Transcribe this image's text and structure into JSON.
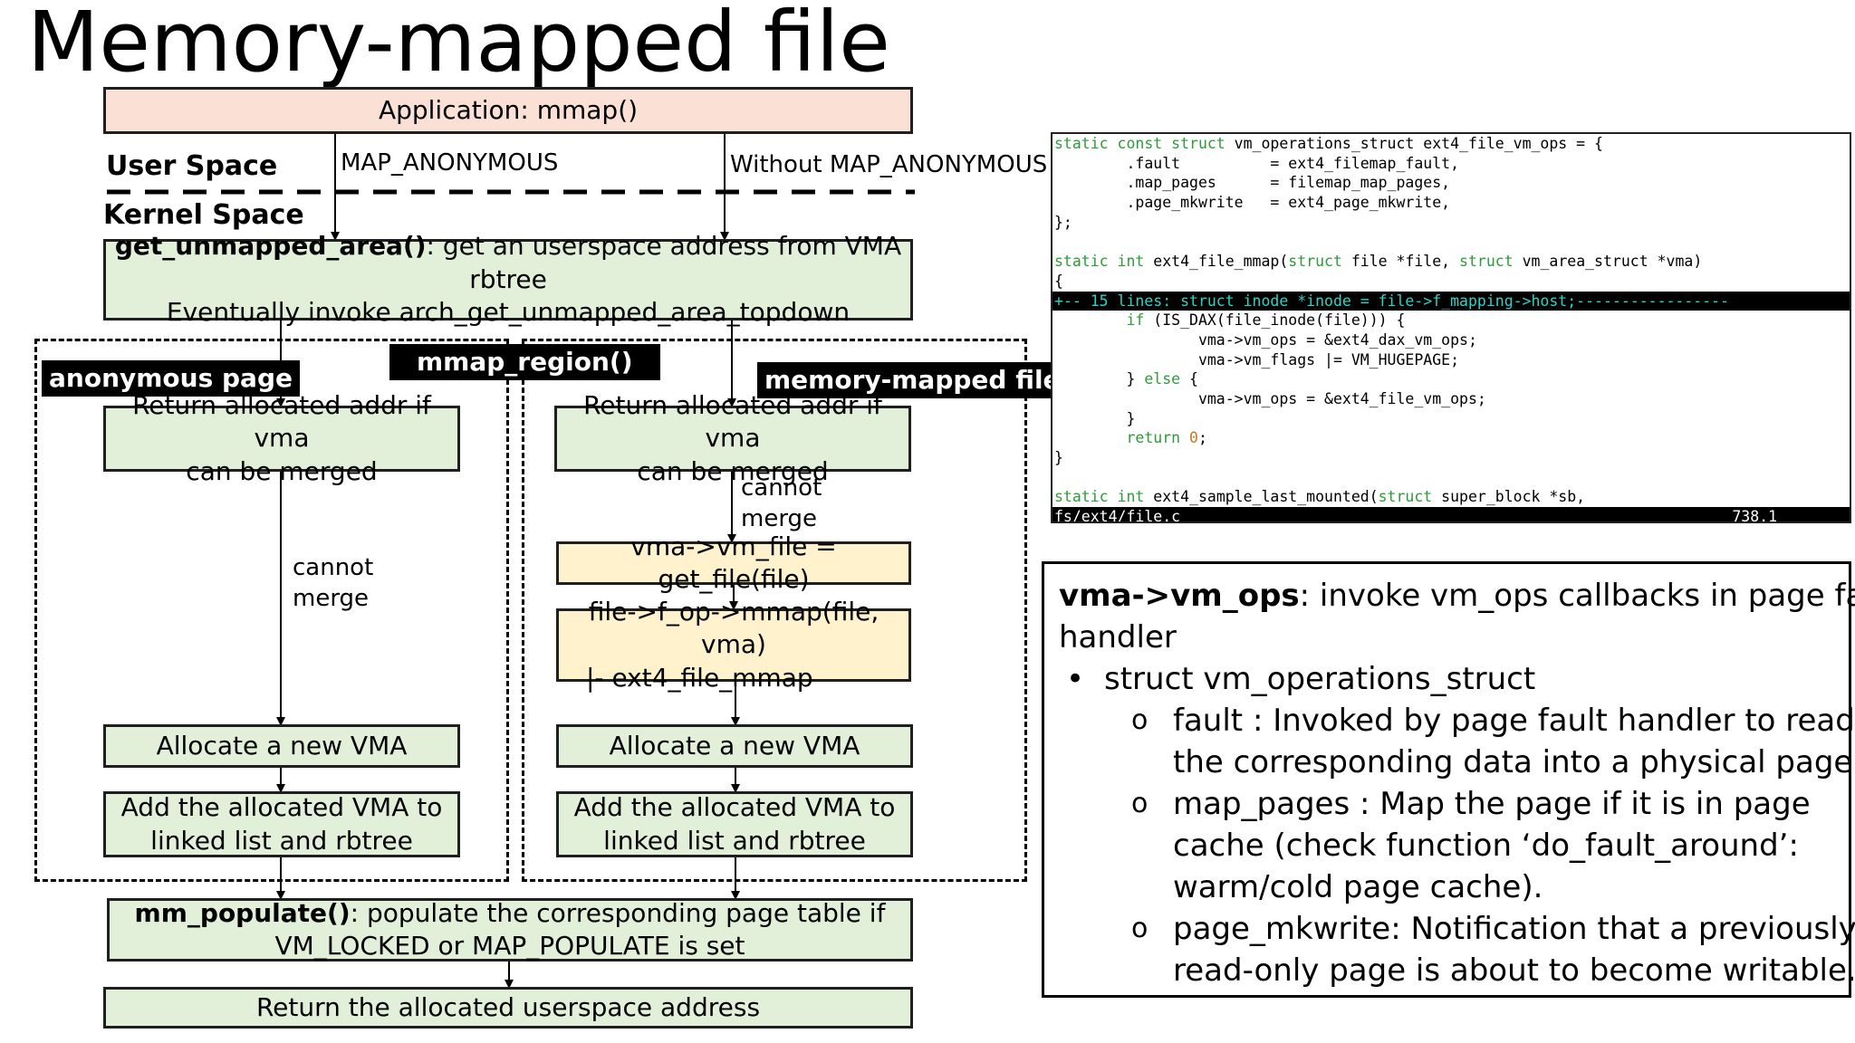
{
  "title": "Memory-mapped file",
  "flow": {
    "app_box": "Application: mmap()",
    "user_space": "User Space",
    "kernel_space": "Kernel Space",
    "map_anon": "MAP_ANONYMOUS",
    "without_map_anon": "Without MAP_ANONYMOUS",
    "get_unmapped_bold": "get_unmapped_area()",
    "get_unmapped_rest": ": get an userspace address from VMA rbtree",
    "get_unmapped_line2": "Eventually invoke arch_get_unmapped_area_topdown",
    "tag_anon": "anonymous page",
    "tag_mmap_region": "mmap_region()",
    "tag_mmfile": "memory-mapped file",
    "left_merge_l1": "Return allocated addr if vma",
    "left_merge_l2": "can be merged",
    "left_cannot_l1": "cannot",
    "left_cannot_l2": "merge",
    "left_alloc": "Allocate a new VMA",
    "left_add_l1": "Add the allocated VMA to",
    "left_add_l2": "linked list and rbtree",
    "right_merge_l1": "Return allocated addr if vma",
    "right_merge_l2": "can be merged",
    "right_cannot_l1": "cannot",
    "right_cannot_l2": "merge",
    "vm_file": "vma->vm_file = get_file(file)",
    "fop_l1": "file->f_op->mmap(file, vma)",
    "fop_l2": "|- ext4_file_mmap",
    "right_alloc": "Allocate a new VMA",
    "right_add_l1": "Add the allocated VMA to",
    "right_add_l2": "linked list and rbtree",
    "populate_bold": "mm_populate()",
    "populate_rest": ": populate the corresponding page table if",
    "populate_line2": "VM_LOCKED or MAP_POPULATE is set",
    "return_box": "Return the allocated userspace address"
  },
  "code": {
    "l1_kw": "static const struct",
    "l1_rest": " vm_operations_struct ext4_file_vm_ops = {",
    "l2": "        .fault          = ext4_filemap_fault,",
    "l3": "        .map_pages      = filemap_map_pages,",
    "l4": "        .page_mkwrite   = ext4_page_mkwrite,",
    "l5": "};",
    "l7_kw1": "static int",
    "l7_a": " ext4_file_mmap(",
    "l7_kw2": "struct",
    "l7_b": " file *file, ",
    "l7_kw3": "struct",
    "l7_c": " vm_area_struct *vma)",
    "l8": "{",
    "l9_fold": "+-- 15 lines: struct inode *inode = file->f_mapping->host;-----------------",
    "l10_kw": "        if",
    "l10_rest": " (IS_DAX(file_inode(file))) {",
    "l11": "                vma->vm_ops = &ext4_dax_vm_ops;",
    "l12": "                vma->vm_flags |= VM_HUGEPAGE;",
    "l13_a": "        } ",
    "l13_kw": "else",
    "l13_b": " {",
    "l14": "                vma->vm_ops = &ext4_file_vm_ops;",
    "l15": "        }",
    "l16_kw": "        return",
    "l16_num": " 0",
    "l16_b": ";",
    "l17": "}",
    "l19_kw1": "static int",
    "l19_a": " ext4_sample_last_mounted(",
    "l19_kw2": "struct",
    "l19_b": " super_block *sb,",
    "status_file": "fs/ext4/file.c",
    "status_pos": "738,1"
  },
  "notes": {
    "head_bold": "vma->vm_ops",
    "head_rest": ": invoke vm_ops callbacks in page fault",
    "head_l2": "handler",
    "bullet_dot": "•",
    "bullet": "struct vm_operations_struct",
    "sub_marker": "o",
    "fault_l1": "fault : Invoked by page fault handler to read",
    "fault_l2": "the corresponding data into a physical page.",
    "map_l1": "map_pages : Map the page if it is in page",
    "map_l2": "cache (check function ‘do_fault_around’:",
    "map_l3": "warm/cold page cache).",
    "mk_l1": "page_mkwrite: Notification that a previously",
    "mk_l2": "read-only page is about to become writable."
  },
  "colors": {
    "green": "#e2efd9",
    "yellow": "#fff2cc",
    "pink": "#fbe0d5",
    "code_keyword": "#2e9b39",
    "code_fold": "#2fd3c6"
  }
}
